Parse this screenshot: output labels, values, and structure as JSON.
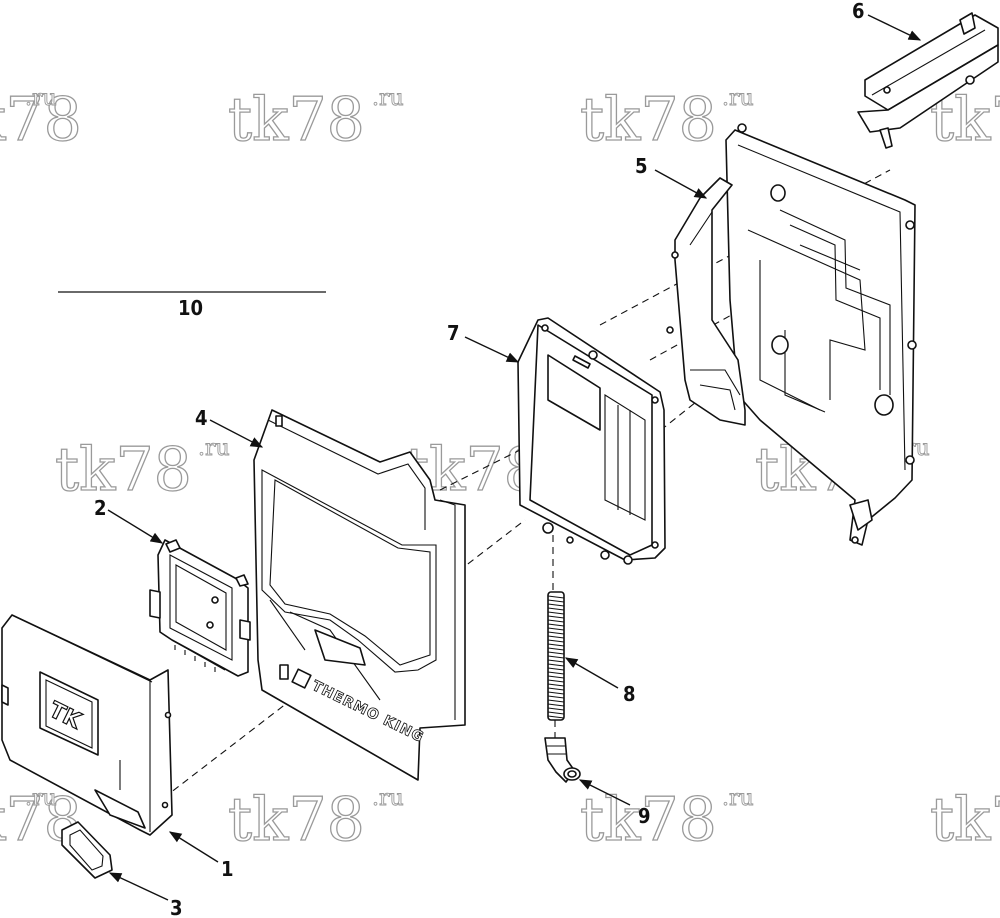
{
  "watermark": {
    "text": "tk78",
    "suffix": ".ru"
  },
  "callouts": {
    "c1": "1",
    "c2": "2",
    "c3": "3",
    "c4": "4",
    "c5": "5",
    "c6": "6",
    "c7": "7",
    "c8": "8",
    "c9": "9",
    "c10": "10"
  },
  "brand": {
    "text": "THERMO KING",
    "logo": "TK"
  },
  "colors": {
    "line": "#111111",
    "watermark": "#9a9a9a",
    "background": "#ffffff"
  }
}
